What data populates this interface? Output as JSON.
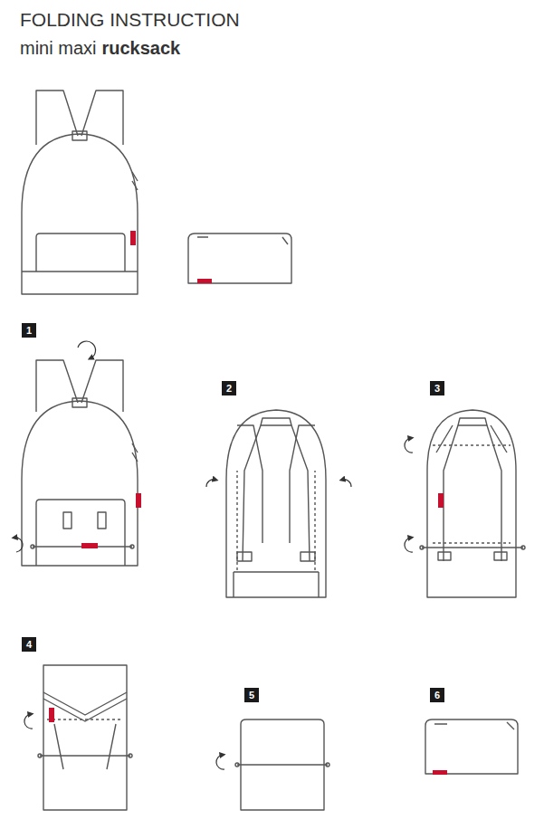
{
  "diagram": {
    "title": "FOLDING INSTRUCTION",
    "nodes": [
      {
        "text": [
          "1"
        ]
      },
      {
        "text": [
          "2"
        ]
      },
      {
        "text": [
          "3"
        ]
      },
      {
        "text": [
          "4"
        ]
      },
      {
        "text": [
          "5"
        ]
      },
      {
        "text": [
          "6"
        ]
      }
    ],
    "labels": [
      "mini maxi",
      "rucksack"
    ]
  }
}
